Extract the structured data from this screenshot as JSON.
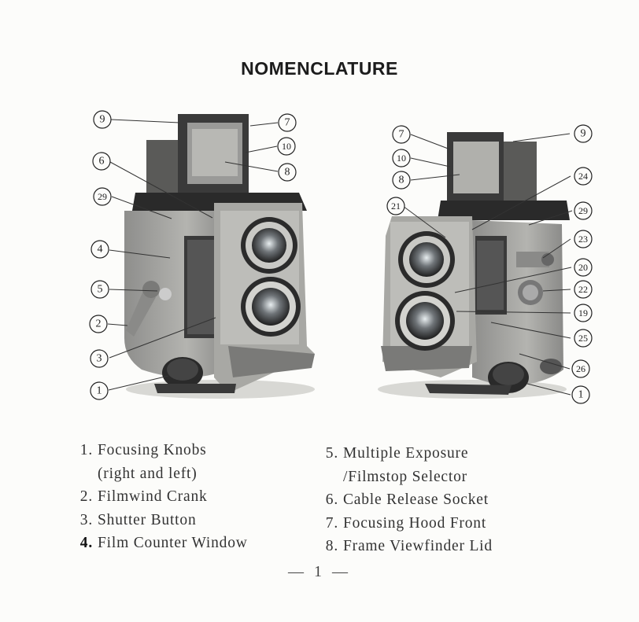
{
  "title": "NOMENCLATURE",
  "page_number": "— 1 —",
  "callouts_left": [
    "9",
    "6",
    "29",
    "4",
    "5",
    "2",
    "3",
    "1",
    "7",
    "10",
    "8"
  ],
  "callouts_right": [
    "7",
    "10",
    "8",
    "21",
    "9",
    "24",
    "29",
    "23",
    "20",
    "22",
    "19",
    "25",
    "26",
    "1"
  ],
  "legend_left": [
    {
      "num": "1.",
      "text": "Focusing Knobs",
      "cont": "(right and left)"
    },
    {
      "num": "2.",
      "text": "Filmwind Crank"
    },
    {
      "num": "3.",
      "text": "Shutter Button"
    },
    {
      "num": "4.",
      "text": "Film Counter Window"
    }
  ],
  "legend_right": [
    {
      "num": "5.",
      "text": "Multiple Exposure",
      "cont": "/Filmstop Selector"
    },
    {
      "num": "6.",
      "text": "Cable Release Socket"
    },
    {
      "num": "7.",
      "text": "Focusing Hood Front"
    },
    {
      "num": "8.",
      "text": "Frame Viewfinder Lid"
    }
  ],
  "colors": {
    "camera_body": "#9a9a98",
    "camera_dark": "#2e2e2e",
    "lens_ring": "#c8c8c4",
    "paper": "#fcfcfa"
  }
}
